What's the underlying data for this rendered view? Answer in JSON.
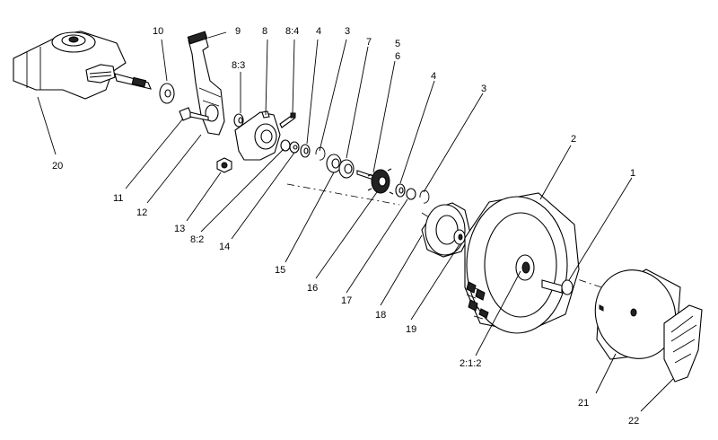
{
  "callouts": {
    "c1": "1",
    "c2": "2",
    "c3a": "3",
    "c3b": "3",
    "c4a": "4",
    "c4b": "4",
    "c5": "5",
    "c6": "6",
    "c7": "7",
    "c8": "8",
    "c8_2": "8:2",
    "c8_3": "8:3",
    "c8_4": "8:4",
    "c9": "9",
    "c10": "10",
    "c11": "11",
    "c12": "12",
    "c13": "13",
    "c14": "14",
    "c15": "15",
    "c16": "16",
    "c17": "17",
    "c18": "18",
    "c19": "19",
    "c20": "20",
    "c21": "21",
    "c22": "22",
    "c2_1_2": "2:1:2"
  }
}
